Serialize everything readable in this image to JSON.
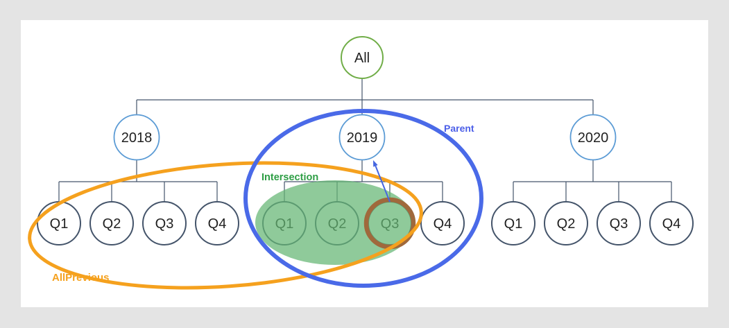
{
  "canvas": {
    "page_background": "#e4e4e4",
    "background": "#ffffff"
  },
  "tree": {
    "connector_color": "#44546A",
    "quarter_border_color": "#44546A",
    "year_border_color": "#5B9BD5",
    "root": {
      "label": "All",
      "border_color": "#70AD47"
    },
    "years": [
      {
        "label": "2018",
        "quarters": [
          "Q1",
          "Q2",
          "Q3",
          "Q4"
        ]
      },
      {
        "label": "2019",
        "quarters": [
          "Q1",
          "Q2",
          "Q3",
          "Q4"
        ]
      },
      {
        "label": "2020",
        "quarters": [
          "Q1",
          "Q2",
          "Q3",
          "Q4"
        ]
      }
    ]
  },
  "annotations": {
    "all_previous": {
      "label": "AllPrevious",
      "color": "#F5A11E"
    },
    "parent": {
      "label": "Parent",
      "color": "#4C5FE8",
      "ellipse_color": "#4A6AE8"
    },
    "intersection": {
      "label": "Intersection",
      "color": "#2E9E45",
      "fill_color": "#64B573"
    },
    "selected_quarter": {
      "label": "Q3",
      "ring_color": "#A0693C"
    },
    "arrow_color": "#4666E0"
  }
}
